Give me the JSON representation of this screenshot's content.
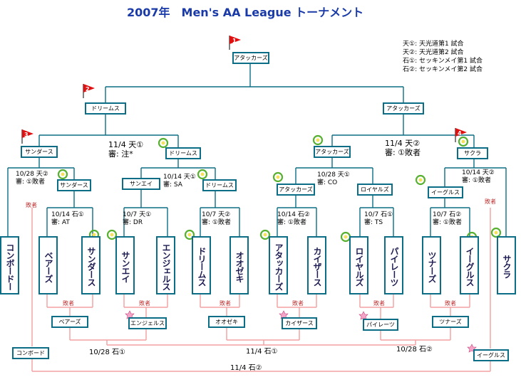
{
  "header": {
    "title": "2007年　Men's AA League トーナメント"
  },
  "legend": [
    "天①: 天光道第1 試合",
    "天②: 天光道第2 試合",
    "石①: セッキンメイ第1 試合",
    "石②: セッキンメイ第2 試合"
  ],
  "colors": {
    "box_border": "#0b6e86",
    "line": "#0b6e86",
    "loser_line": "#f3a0a0",
    "flag": "#e01010",
    "title": "#1a3aa8"
  },
  "flags": [
    "1",
    "2",
    "3",
    "4"
  ],
  "final": {
    "winner": "アタッカーズ"
  },
  "semifinal": {
    "left": "ドリームス",
    "right": "アタッカーズ"
  },
  "round3": {
    "a": "サンダース",
    "b": "ドリームス",
    "c": "アタッカーズ",
    "d": "サクラ"
  },
  "round2": {
    "a": "サンダース",
    "b": "サンエイ",
    "c": "ドリームス",
    "d": "アタッカーズ",
    "e": "ロイヤルズ",
    "f": "イーグルス"
  },
  "teams": [
    "コンボードー",
    "ベアーズ",
    "サンダース",
    "サンエイ",
    "エンジェルス",
    "ドリームス",
    "オオゼキ",
    "アタッカーズ",
    "カイザース",
    "ロイヤルズ",
    "パイレーツ",
    "ツナーズ",
    "イーグルス",
    "サクラ"
  ],
  "matches": {
    "sf_left": {
      "when": "11/4 天①",
      "ref": "審: 注*"
    },
    "sf_right": {
      "when": "11/4 天②",
      "ref": "審: ①敗者"
    },
    "q_a": {
      "when": "10/28 天②",
      "ref": "審: ①敗者"
    },
    "q_b": {
      "when": "10/14 天①",
      "ref": "審: SA"
    },
    "q_c": {
      "when": "10/28 天①",
      "ref": "審: CO"
    },
    "q_d": {
      "when": "10/14 天②",
      "ref": "審: ①敗者"
    },
    "r1_a": {
      "when": "10/14 石①",
      "ref": "審: AT"
    },
    "r1_b": {
      "when": "10/7 天①",
      "ref": "審: DR"
    },
    "r1_c": {
      "when": "10/7 天②",
      "ref": "審: ①敗者"
    },
    "r1_d": {
      "when": "10/14 石②",
      "ref": "審: ①敗者"
    },
    "r1_e": {
      "when": "10/7 石①",
      "ref": "審: TS"
    },
    "r1_f": {
      "when": "10/7 石②",
      "ref": "審: ①敗者"
    }
  },
  "loser_label": "敗者",
  "consolation": {
    "boxes": [
      "ベアーズ",
      "エンジェルス",
      "オオゼキ",
      "カイザース",
      "パイレーツ",
      "ツナーズ",
      "コンボード",
      "イーグルス"
    ],
    "dates": [
      "10/28 石①",
      "11/4 石①",
      "10/28 石②",
      "11/4 石②"
    ]
  }
}
